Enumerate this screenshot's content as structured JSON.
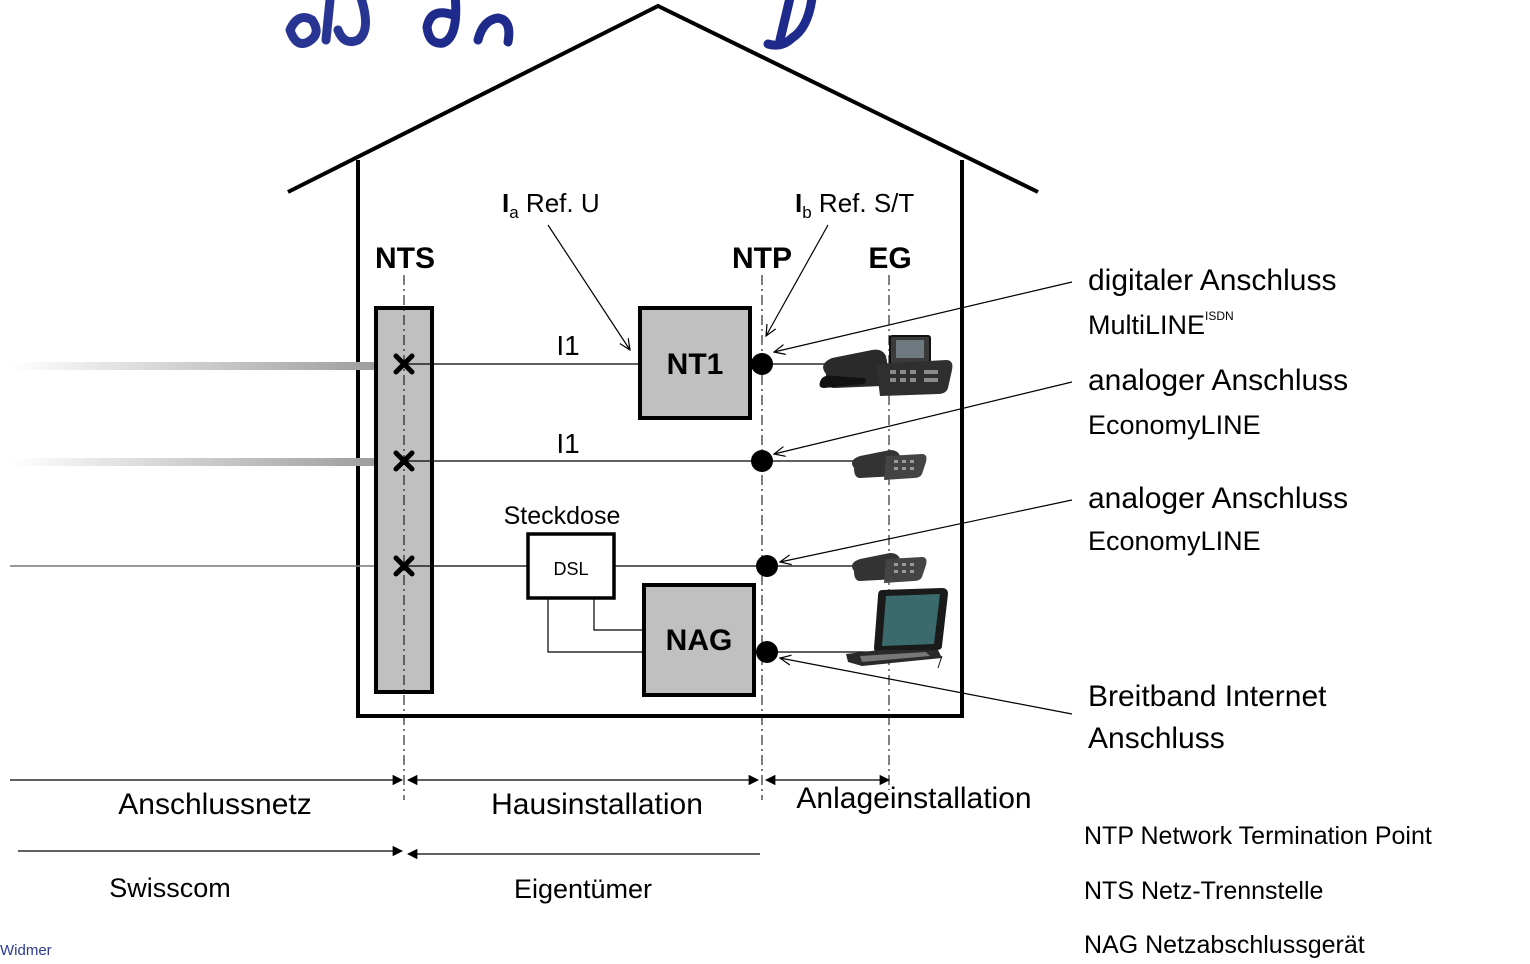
{
  "colors": {
    "box_fill": "#c0c0c0",
    "line": "#000000",
    "title": "#1e2a8c",
    "footer": "#2b3a8f"
  },
  "labels": {
    "nts": "NTS",
    "ntp": "NTP",
    "eg": "EG",
    "nt1": "NT1",
    "nag": "NAG",
    "dsl": "DSL",
    "steckdose": "Steckdose",
    "line_i1_a": "I1",
    "line_i1_b": "I1",
    "ref_a_main": "I",
    "ref_a_sub": "a",
    "ref_a_text": " Ref. U",
    "ref_b_main": "I",
    "ref_b_sub": "b",
    "ref_b_text": " Ref. S/T"
  },
  "connections": {
    "digital_line1": "digitaler Anschluss",
    "digital_line2": "MultiLINE",
    "digital_sup": "ISDN",
    "analog1_line1": "analoger Anschluss",
    "analog1_line2": "EconomyLINE",
    "analog2_line1": "analoger Anschluss",
    "analog2_line2": "EconomyLINE",
    "broadband_line1": "Breitband Internet",
    "broadband_line2": "Anschluss"
  },
  "zones": {
    "anschlussnetz": "Anschlussnetz",
    "hausinstallation": "Hausinstallation",
    "anlageinstallation": "Anlageinstallation",
    "swisscom": "Swisscom",
    "eigentuemer": "Eigentümer"
  },
  "legend": {
    "ntp": "NTP Network Termination Point",
    "nts": "NTS Netz-Trennstelle",
    "nag": "NAG Netzabschlussgerät"
  },
  "footer": {
    "author": "Widmer"
  },
  "icons": [
    "phone-isdn-icon",
    "phone-analog-icon",
    "phone-analog-icon",
    "laptop-icon"
  ]
}
